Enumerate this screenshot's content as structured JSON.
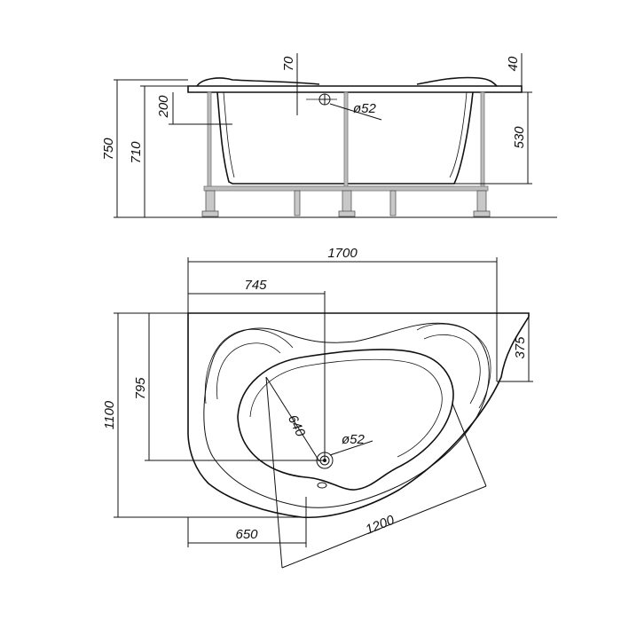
{
  "side_view": {
    "dims": {
      "overall_height": "750",
      "rim_height": "710",
      "overflow_depth": "200",
      "overflow_offset": "70",
      "rim_thickness": "40",
      "inner_depth": "530",
      "drain_diameter": "ø52"
    }
  },
  "top_view": {
    "dims": {
      "length": "1700",
      "drain_x": "745",
      "width": "1100",
      "drain_y": "795",
      "corner_depth": "375",
      "bowl_width": "640",
      "drain_diameter": "ø52",
      "bottom_edge": "650",
      "bowl_length": "1200"
    }
  }
}
